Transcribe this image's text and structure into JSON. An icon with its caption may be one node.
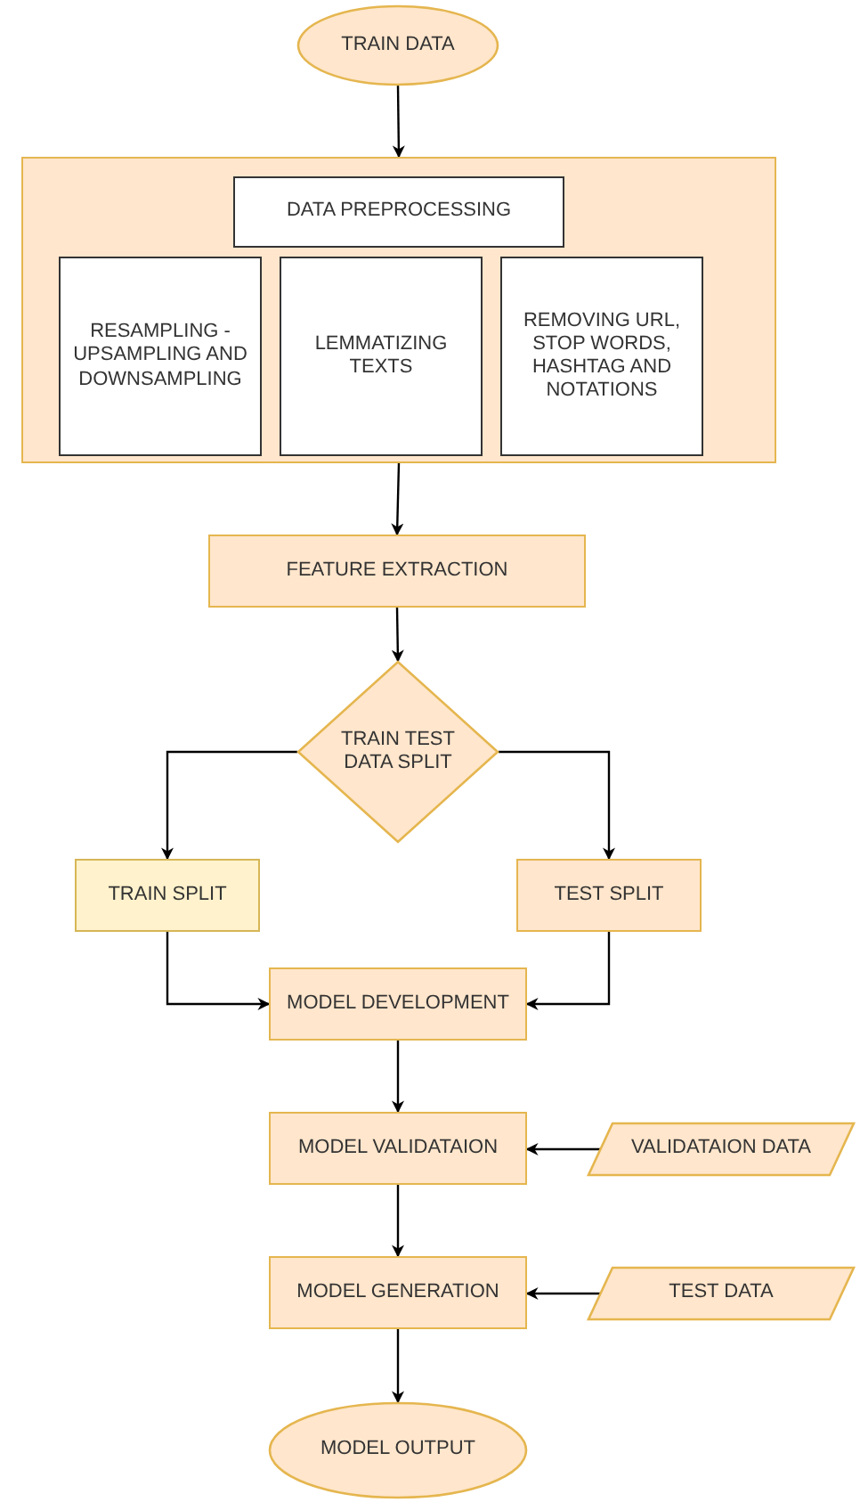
{
  "diagram": {
    "nodes": [
      {
        "text": [
          "TRAIN DATA"
        ]
      },
      {
        "text": [],
        "shape": "box"
      },
      {
        "text": [
          "DATA PREPROCESSING"
        ],
        "in": 1
      },
      {
        "text": [
          "RESAMPLING - UPSAMPLING AND DOWNSAMPLING"
        ],
        "in": 1
      },
      {
        "text": [
          "LEMMATIZING TEXTS"
        ],
        "in": 1
      },
      {
        "text": [
          "REMOVING URL, STOP WORDS, HASHTAG AND NOTATIONS"
        ],
        "in": 1
      },
      {
        "text": [
          "FEATURE EXTRACTION"
        ]
      },
      {
        "text": [
          "TRAIN TEST DATA SPLIT"
        ]
      },
      {
        "text": [
          "TRAIN SPLIT"
        ]
      },
      {
        "text": [
          "TEST SPLIT"
        ]
      },
      {
        "text": [
          "MODEL DEVELOPMENT"
        ]
      },
      {
        "text": [
          "MODEL VALIDATAION"
        ]
      },
      {
        "text": [
          "VALIDATAION DATA"
        ]
      },
      {
        "text": [
          "MODEL GENERATION"
        ]
      },
      {
        "text": [
          "TEST DATA"
        ]
      },
      {
        "text": [
          "MODEL OUTPUT"
        ]
      }
    ],
    "edges": [
      {
        "from": 0,
        "to": 1,
        "arrow": "to"
      },
      {
        "from": 1,
        "to": 6,
        "arrow": "to"
      },
      {
        "from": 6,
        "to": 7,
        "arrow": "to"
      },
      {
        "from": 7,
        "to": 8,
        "arrow": "to"
      },
      {
        "from": 7,
        "to": 9,
        "arrow": "to"
      },
      {
        "from": 8,
        "to": 10,
        "arrow": "to"
      },
      {
        "from": 9,
        "to": 10,
        "arrow": "to"
      },
      {
        "from": 10,
        "to": 11,
        "arrow": "to"
      },
      {
        "from": 12,
        "to": 11,
        "arrow": "to"
      },
      {
        "from": 11,
        "to": 13,
        "arrow": "to"
      },
      {
        "from": 14,
        "to": 13,
        "arrow": "to"
      },
      {
        "from": 13,
        "to": 15,
        "arrow": "to"
      }
    ]
  }
}
